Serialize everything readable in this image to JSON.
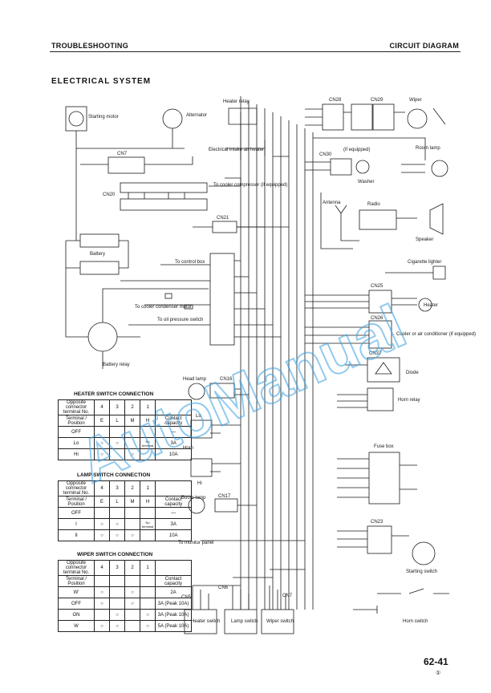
{
  "header": {
    "left": "TROUBLESHOOTING",
    "right": "CIRCUIT DIAGRAM"
  },
  "title": "ELECTRICAL SYSTEM",
  "page": {
    "number": "62-41",
    "sub": "①"
  },
  "watermark": "AutoManual",
  "colors": {
    "ink": "#1a1a1a",
    "watermark": "#3aa0e0"
  },
  "labels": {
    "starting_motor": "Starting motor",
    "alternator": "Alternator",
    "heater_relay": "Heater relay",
    "intake_heater": "Electrical intake air heater",
    "cn7": "CN7",
    "cn20": "CN20",
    "cooler_compressor": "To cooler compressor (if equipped)",
    "cn21": "CN21",
    "battery": "Battery",
    "control_box": "To control box",
    "condenser_motor": "To cooler condenser motor",
    "oil_pressure": "To oil pressure switch",
    "battery_relay": "Battery relay",
    "cn28": "CN28",
    "cn29": "CN29",
    "wiper": "Wiper",
    "cn30": "CN30",
    "if_equipped": "(if equipped)",
    "washer": "Washer",
    "room_lamp": "Room lamp",
    "antenna": "Antenna",
    "radio": "Radio",
    "speaker": "Speaker",
    "cigarette_lighter": "Cigarette lighter",
    "cn25": "CN25",
    "heater": "Heater",
    "cn26": "CN26",
    "cooler_ac": "Cooler or air conditioner (if equipped)",
    "cn37": "CN37",
    "diode": "Diode",
    "horn_relay": "Horn relay",
    "head_lamp": "Head lamp",
    "cn16": "CN16",
    "lo": "Lo",
    "horn": "Horn",
    "hi": "Hi",
    "boom_lamp": "Boom lamp",
    "cn17": "CN17",
    "monitor_panel": "To monitor panel",
    "fuse_box": "Fuse box",
    "cn23": "CN23",
    "starting_switch": "Starting switch",
    "horn_switch": "Horn switch",
    "cn5": "CN5",
    "cn6": "CN6",
    "cn7b": "CN7",
    "heater_switch": "Heater switch",
    "lamp_switch": "Lamp switch",
    "wiper_switch": "Wiper switch"
  },
  "tables": {
    "heater": {
      "title": "HEATER SWITCH CONNECTION",
      "header1": [
        "Opposite connector terminal No.",
        "4",
        "3",
        "2",
        "1",
        ""
      ],
      "header2": [
        "Terminal / Position",
        "E",
        "L",
        "M",
        "H",
        "Contact capacity"
      ],
      "rows": [
        {
          "pos": "OFF",
          "cap": "—"
        },
        {
          "pos": "Lo",
          "cap": "3A"
        },
        {
          "pos": "Hi",
          "cap": "10A"
        }
      ],
      "note": "No terminal"
    },
    "lamp": {
      "title": "LAMP SWITCH CONNECTION",
      "header1": [
        "Opposite connector terminal No.",
        "4",
        "3",
        "2",
        "1",
        ""
      ],
      "header2": [
        "Terminal / Position",
        "E",
        "L",
        "M",
        "H",
        "Contact capacity"
      ],
      "rows": [
        {
          "pos": "OFF",
          "cap": "—"
        },
        {
          "pos": "I",
          "cap": "3A"
        },
        {
          "pos": "II",
          "cap": "10A"
        }
      ],
      "note": "No terminal"
    },
    "wiper": {
      "title": "WIPER SWITCH CONNECTION",
      "header1": [
        "Opposite connector terminal No.",
        "4",
        "3",
        "2",
        "1",
        ""
      ],
      "header2": [
        "Terminal / Position",
        "",
        "",
        "",
        "",
        "Contact capacity"
      ],
      "rows": [
        {
          "pos": "W'",
          "cap": "2A"
        },
        {
          "pos": "OFF",
          "cap": "3A (Peak 10A)"
        },
        {
          "pos": "ON",
          "cap": "3A (Peak 10A)"
        },
        {
          "pos": "W",
          "cap": "5A (Peak 10A)"
        }
      ]
    }
  }
}
